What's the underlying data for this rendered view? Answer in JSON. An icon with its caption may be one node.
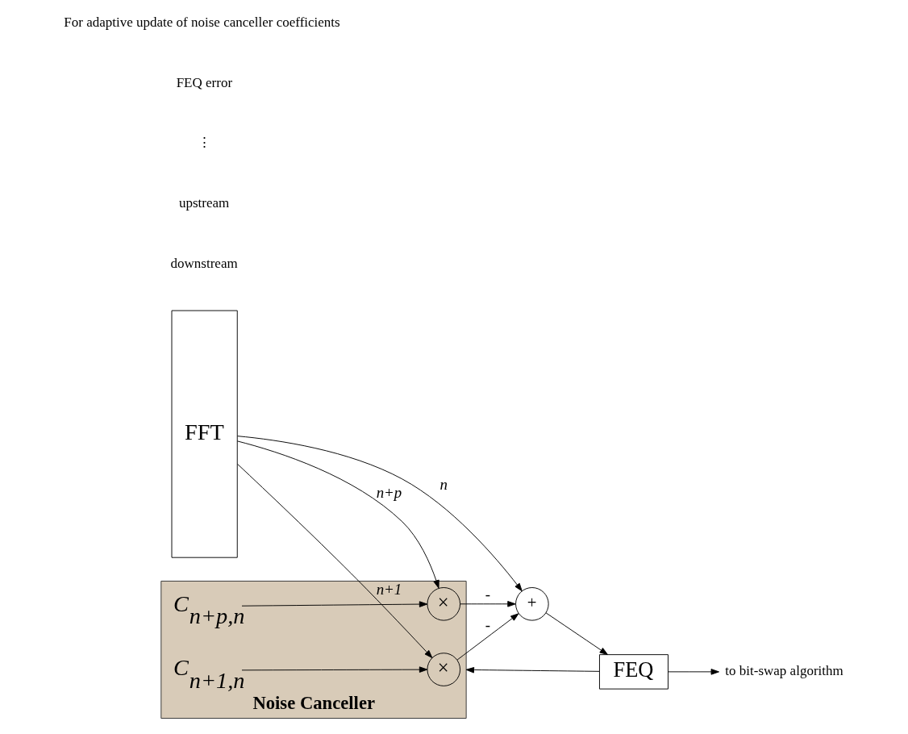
{
  "diagram": {
    "nodes": [
      {
        "text": [
          "FFT"
        ]
      },
      {
        "text": [
          "+"
        ]
      },
      {
        "text": [
          "FEQ"
        ]
      },
      {
        "text": [
          "Noise Canceller"
        ]
      },
      {
        "text": [
          "×"
        ],
        "in": 3
      },
      {
        "text": [
          "C$_{n+1,n}$"
        ],
        "in": 3
      },
      {
        "text": [
          "×"
        ],
        "in": 3
      },
      {
        "text": [
          "C$_{n+p,n}$"
        ],
        "in": 3
      },
      {
        "text": [
          "to bit-swap algorithm"
        ]
      }
    ],
    "edges": [
      {
        "from": 0,
        "to": 1,
        "arrow": "to",
        "label": "n"
      },
      {
        "from": 0,
        "to": 4,
        "arrow": "to",
        "label": "n+1"
      },
      {
        "from": 0,
        "to": 6,
        "arrow": "to",
        "label": "n+p"
      },
      {
        "from": 5,
        "to": 4,
        "arrow": "to"
      },
      {
        "from": 7,
        "to": 6,
        "arrow": "to"
      },
      {
        "from": 4,
        "to": 1,
        "arrow": "to",
        "label": "-"
      },
      {
        "from": 6,
        "to": 1,
        "arrow": "to",
        "label": "-"
      },
      {
        "from": 1,
        "to": 2,
        "arrow": "to"
      },
      {
        "from": 2,
        "to": 3,
        "arrow": "to"
      },
      {
        "from": 2,
        "to": 8,
        "arrow": "to"
      }
    ],
    "labels": [
      "downstream",
      "upstream",
      "⋮",
      "FEQ error",
      "For adaptive update of noise canceller coefficients"
    ]
  }
}
